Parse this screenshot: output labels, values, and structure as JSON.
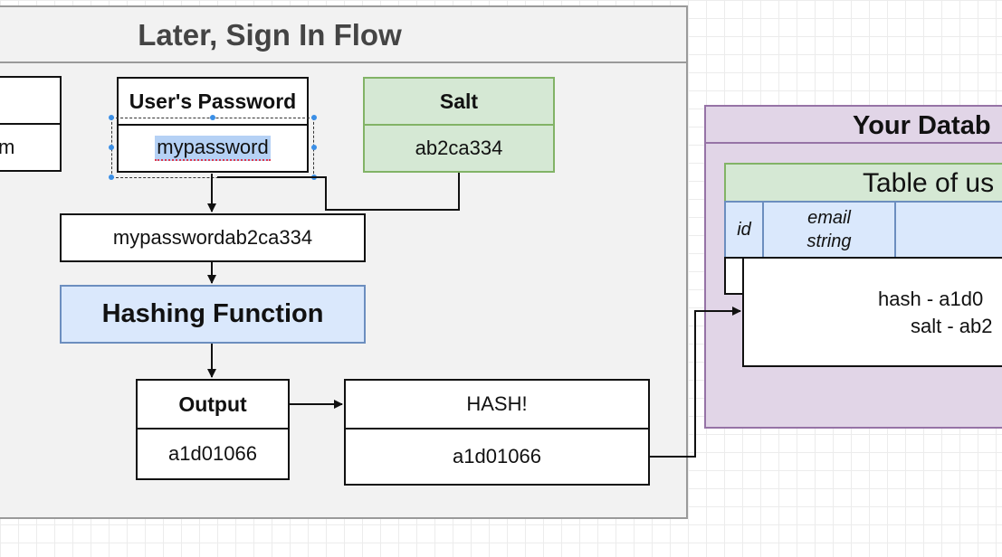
{
  "title": "Later, Sign In Flow",
  "left_box_fragment": "m",
  "user_password": {
    "header": "User's Password",
    "value": "mypassword"
  },
  "salt": {
    "header": "Salt",
    "value": "ab2ca334"
  },
  "combined": "mypasswordab2ca334",
  "hashing_function": "Hashing Function",
  "output": {
    "header": "Output",
    "value": "a1d01066"
  },
  "hash_box": {
    "header": "HASH!",
    "value": "a1d01066"
  },
  "database": {
    "title": "Your Datab",
    "table_title": "Table of us",
    "col_id": "id",
    "col_email_1": "email",
    "col_email_2": "string",
    "record_hash": "hash - a1d0",
    "record_salt": "salt - ab2"
  },
  "colors": {
    "green_fill": "#d5e8d4",
    "blue_fill": "#dae8fc",
    "purple_fill": "#e1d5e7",
    "selection_handle": "#3b8fe6"
  }
}
